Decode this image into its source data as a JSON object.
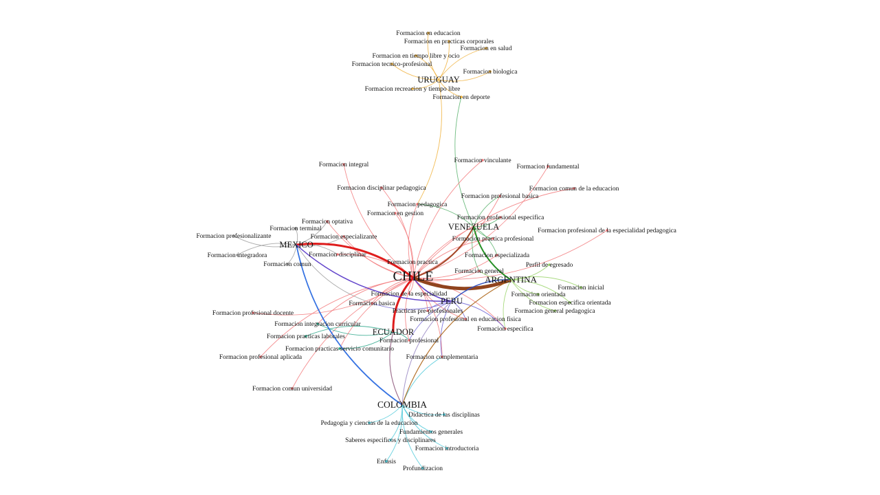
{
  "colors": {
    "URUGUAY": "#f0b13c",
    "CHILE": "#f2787a",
    "VENEZUELA": "#56b06a",
    "ARGENTINA": "#9ad46a",
    "MEXICO": "#9a9a9a",
    "PERU": "#6a5fd4",
    "ECUADOR": "#2aa688",
    "COLOMBIA": "#4ac8d8"
  },
  "countries": [
    {
      "id": "URUGUAY",
      "label": "URUGUAY"
    },
    {
      "id": "CHILE",
      "label": "CHILE"
    },
    {
      "id": "VENEZUELA",
      "label": "VENEZUELA"
    },
    {
      "id": "ARGENTINA",
      "label": "ARGENTINA"
    },
    {
      "id": "MEXICO",
      "label": "MEXICO"
    },
    {
      "id": "PERU",
      "label": "PERU"
    },
    {
      "id": "ECUADOR",
      "label": "ECUADOR"
    },
    {
      "id": "COLOMBIA",
      "label": "COLOMBIA"
    }
  ],
  "nodes": [
    {
      "id": "u1",
      "label": "Formacion en educacion",
      "links": [
        "URUGUAY"
      ]
    },
    {
      "id": "u2",
      "label": "Formacion en practicas corporales",
      "links": [
        "URUGUAY"
      ]
    },
    {
      "id": "u3",
      "label": "Formacion en salud",
      "links": [
        "URUGUAY"
      ]
    },
    {
      "id": "u4",
      "label": "Formacion en tiempo libre y ocio",
      "links": [
        "URUGUAY"
      ]
    },
    {
      "id": "u5",
      "label": "Formacion tecnico-profesional",
      "links": [
        "URUGUAY"
      ]
    },
    {
      "id": "u6",
      "label": "Formacion biologica",
      "links": [
        "URUGUAY"
      ]
    },
    {
      "id": "u7",
      "label": "Formacion recreacion y tiempo libre",
      "links": [
        "URUGUAY"
      ]
    },
    {
      "id": "u8",
      "label": "Formacion en deporte",
      "links": [
        "URUGUAY",
        "VENEZUELA"
      ]
    },
    {
      "id": "c1",
      "label": "Formacion integral",
      "links": [
        "CHILE"
      ]
    },
    {
      "id": "c2",
      "label": "Formacion disciplinar pedagogica",
      "links": [
        "CHILE"
      ]
    },
    {
      "id": "c3",
      "label": "Formacion vinculante",
      "links": [
        "CHILE"
      ]
    },
    {
      "id": "c4",
      "label": "Formacion fundamental",
      "links": [
        "CHILE"
      ]
    },
    {
      "id": "c5",
      "label": "Formacion comun de la educacion",
      "links": [
        "CHILE"
      ]
    },
    {
      "id": "c6",
      "label": "Formacion profesional basica",
      "links": [
        "CHILE",
        "VENEZUELA"
      ]
    },
    {
      "id": "c7",
      "label": "Formacion pedagogica",
      "links": [
        "CHILE",
        "VENEZUELA",
        "URUGUAY"
      ]
    },
    {
      "id": "c8",
      "label": "Formacion en gestion",
      "links": [
        "CHILE"
      ]
    },
    {
      "id": "c9",
      "label": "Formacion profesional especifica",
      "links": [
        "CHILE",
        "VENEZUELA"
      ]
    },
    {
      "id": "c10",
      "label": "Formacion profesional de la especialidad pedagogica",
      "links": [
        "CHILE"
      ]
    },
    {
      "id": "c11",
      "label": "Formacion practica profesional",
      "links": [
        "CHILE",
        "VENEZUELA"
      ]
    },
    {
      "id": "c12",
      "label": "Formacion especializada",
      "links": [
        "CHILE",
        "VENEZUELA"
      ]
    },
    {
      "id": "c13",
      "label": "Formacion practica",
      "links": [
        "CHILE"
      ]
    },
    {
      "id": "c14",
      "label": "Formacion general",
      "links": [
        "CHILE",
        "ARGENTINA",
        "VENEZUELA"
      ]
    },
    {
      "id": "c15",
      "label": "Formacion de la especialidad",
      "links": [
        "CHILE"
      ]
    },
    {
      "id": "c16",
      "label": "Formacion basica",
      "links": [
        "CHILE",
        "PERU",
        "MEXICO"
      ]
    },
    {
      "id": "c17",
      "label": "Practicas pre-profesionales",
      "links": [
        "CHILE",
        "PERU"
      ]
    },
    {
      "id": "c18",
      "label": "Formacion profesional en educacion fisica",
      "links": [
        "CHILE",
        "PERU"
      ]
    },
    {
      "id": "c19",
      "label": "Formacion especifica",
      "links": [
        "CHILE",
        "ARGENTINA",
        "PERU"
      ]
    },
    {
      "id": "c20",
      "label": "Formacion profesional",
      "links": [
        "CHILE",
        "ECUADOR",
        "PERU"
      ]
    },
    {
      "id": "c21",
      "label": "Formacion complementaria",
      "links": [
        "CHILE",
        "PERU",
        "COLOMBIA"
      ]
    },
    {
      "id": "c22",
      "label": "Formacion comun universidad",
      "links": [
        "CHILE"
      ]
    },
    {
      "id": "c23",
      "label": "Formacion profesional docente",
      "links": [
        "CHILE"
      ]
    },
    {
      "id": "c24",
      "label": "Formacion profesional aplicada",
      "links": [
        "CHILE"
      ]
    },
    {
      "id": "c25",
      "label": "Formacion especializante",
      "links": [
        "CHILE",
        "MEXICO"
      ]
    },
    {
      "id": "c26",
      "label": "Formacion disciplinar",
      "links": [
        "CHILE",
        "MEXICO"
      ]
    },
    {
      "id": "c27",
      "label": "Formacion optativa",
      "links": [
        "CHILE",
        "MEXICO"
      ]
    },
    {
      "id": "m1",
      "label": "Formacion terminal",
      "links": [
        "MEXICO"
      ]
    },
    {
      "id": "m2",
      "label": "Formacion profesionalizante",
      "links": [
        "MEXICO"
      ]
    },
    {
      "id": "m3",
      "label": "Formacion integradora",
      "links": [
        "MEXICO"
      ]
    },
    {
      "id": "m4",
      "label": "Formacion comun",
      "links": [
        "MEXICO"
      ]
    },
    {
      "id": "a1",
      "label": "Perfil de egresado",
      "links": [
        "ARGENTINA"
      ]
    },
    {
      "id": "a2",
      "label": "Formacion inicial",
      "links": [
        "ARGENTINA"
      ]
    },
    {
      "id": "a3",
      "label": "Formacion orientada",
      "links": [
        "ARGENTINA"
      ]
    },
    {
      "id": "a4",
      "label": "Formacion especifica orientada",
      "links": [
        "ARGENTINA"
      ]
    },
    {
      "id": "a5",
      "label": "Formacion general pedagogica",
      "links": [
        "ARGENTINA"
      ]
    },
    {
      "id": "e1",
      "label": "Formacion integracion curricular",
      "links": [
        "ECUADOR",
        "CHILE"
      ]
    },
    {
      "id": "e2",
      "label": "Formacion practicas laborales",
      "links": [
        "ECUADOR"
      ]
    },
    {
      "id": "e3",
      "label": "Formacion practicas servicio comunitario",
      "links": [
        "ECUADOR",
        "CHILE"
      ]
    },
    {
      "id": "k1",
      "label": "Didactica de las disciplinas",
      "links": [
        "COLOMBIA"
      ]
    },
    {
      "id": "k2",
      "label": "Pedagogia y ciencias de la educacion",
      "links": [
        "COLOMBIA"
      ]
    },
    {
      "id": "k3",
      "label": "Fundamientos generales",
      "links": [
        "COLOMBIA"
      ]
    },
    {
      "id": "k4",
      "label": "Saberes especificos y disciplinares",
      "links": [
        "COLOMBIA"
      ]
    },
    {
      "id": "k5",
      "label": "Formacion introductoria",
      "links": [
        "COLOMBIA"
      ]
    },
    {
      "id": "k6",
      "label": "Enfasis",
      "links": [
        "COLOMBIA"
      ]
    },
    {
      "id": "k7",
      "label": "Profundizacion",
      "links": [
        "COLOMBIA"
      ]
    }
  ],
  "country_links": [
    {
      "source": "CHILE",
      "target": "ARGENTINA",
      "weight": 5,
      "color": "#8a3a12"
    },
    {
      "source": "CHILE",
      "target": "MEXICO",
      "weight": 3,
      "color": "#dd1111"
    },
    {
      "source": "CHILE",
      "target": "ECUADOR",
      "weight": 3,
      "color": "#dd1111"
    },
    {
      "source": "CHILE",
      "target": "VENEZUELA",
      "weight": 2,
      "color": "#a04020"
    },
    {
      "source": "CHILE",
      "target": "PERU",
      "weight": 1.5,
      "color": "#5a3ac8"
    },
    {
      "source": "MEXICO",
      "target": "PERU",
      "weight": 1.5,
      "color": "#5a3ac8"
    },
    {
      "source": "ARGENTINA",
      "target": "PERU",
      "weight": 1.5,
      "color": "#3050c0"
    },
    {
      "source": "MEXICO",
      "target": "COLOMBIA",
      "weight": 1.8,
      "color": "#2a6ae0"
    },
    {
      "source": "VENEZUELA",
      "target": "ARGENTINA",
      "weight": 2,
      "color": "#1a8a1a"
    },
    {
      "source": "ARGENTINA",
      "target": "COLOMBIA",
      "weight": 1.2,
      "color": "#b06a20"
    },
    {
      "source": "ECUADOR",
      "target": "COLOMBIA",
      "weight": 1.2,
      "color": "#9a6a8a"
    },
    {
      "source": "PERU",
      "target": "COLOMBIA",
      "weight": 1.0,
      "color": "#a090c8"
    }
  ]
}
